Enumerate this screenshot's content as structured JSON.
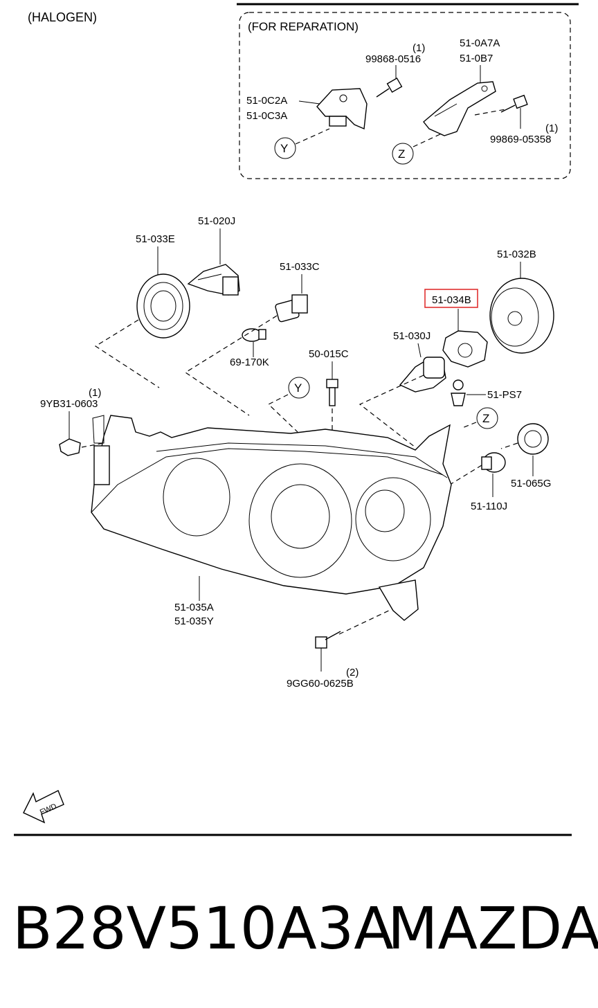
{
  "header": {
    "variant": "(HALOGEN)",
    "inset_title": "(FOR REPARATION)"
  },
  "inset": {
    "bolt_a": {
      "number": "99868-0516",
      "qty": "(1)"
    },
    "bracket_right": {
      "line1": "51-0A7A",
      "line2": "51-0B7"
    },
    "bracket_left": {
      "line1": "51-0C2A",
      "line2": "51-0C3A"
    },
    "bolt_b": {
      "number": "99869-05358",
      "qty": "(1)"
    },
    "marker_y": "Y",
    "marker_z": "Z"
  },
  "parts": {
    "p51_020J": "51-020J",
    "p51_033E": "51-033E",
    "p51_033C": "51-033C",
    "p51_032B": "51-032B",
    "p51_034B": "51-034B",
    "p51_030J": "51-030J",
    "p69_170K": "69-170K",
    "p50_015C": "50-015C",
    "p9YB31": {
      "number": "9YB31-0603",
      "qty": "(1)"
    },
    "p51_PS7": "51-PS7",
    "p51_065G": "51-065G",
    "p51_110J": "51-110J",
    "p51_035": {
      "line1": "51-035A",
      "line2": "51-035Y"
    },
    "p9GG60": {
      "number": "9GG60-0625B",
      "qty": "(2)"
    },
    "marker_y": "Y",
    "marker_z": "Z"
  },
  "highlight": {
    "part": "51-034B",
    "color": "#e03030"
  },
  "fwd_label": "FWD",
  "footer": {
    "part_number": "B28V510A3A",
    "brand": "MAZDA"
  }
}
